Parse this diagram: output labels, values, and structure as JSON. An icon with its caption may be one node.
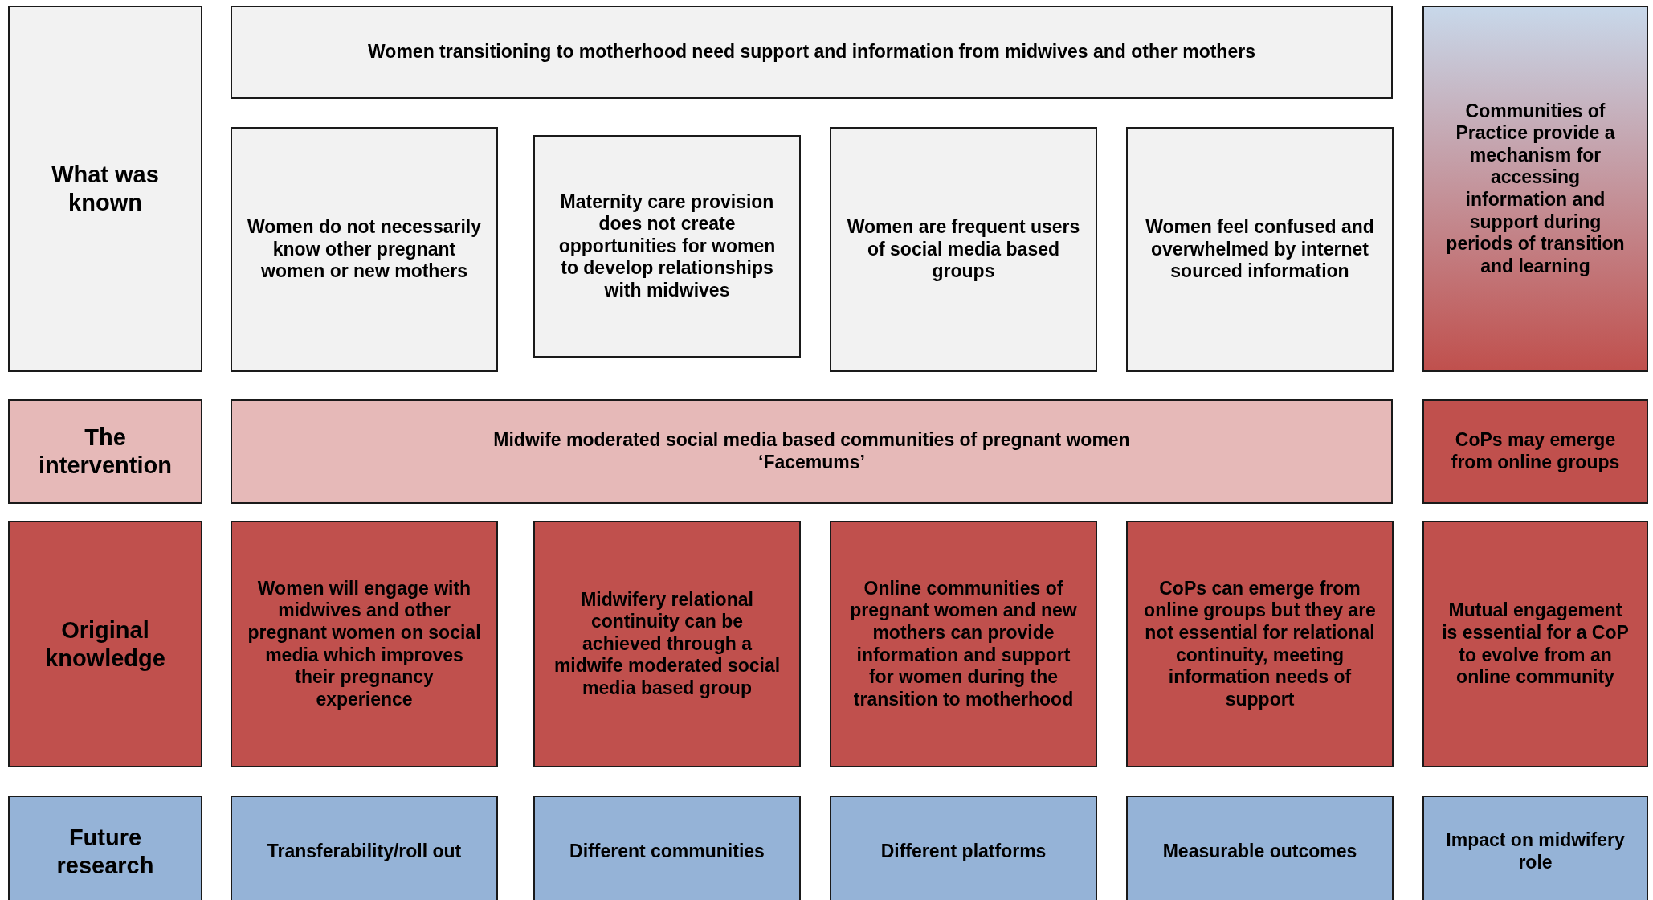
{
  "diagram": {
    "nodes": [
      {
        "text": [
          "What was known"
        ]
      },
      {
        "text": [
          "Women transitioning to motherhood need support and information from midwives and other mothers"
        ]
      },
      {
        "text": [
          "Communities of Practice provide a mechanism for accessing information and support during periods of transition and learning"
        ]
      },
      {
        "text": [
          "Women do not necessarily know other pregnant women or new mothers"
        ]
      },
      {
        "text": [
          "Maternity care provision does not create opportunities for women to develop relationships with midwives"
        ]
      },
      {
        "text": [
          "Women are frequent users of social media based groups"
        ]
      },
      {
        "text": [
          "Women feel confused and overwhelmed by internet sourced information"
        ]
      },
      {
        "text": [
          "The intervention"
        ]
      },
      {
        "text": [
          "Midwife moderated social media based communities of pregnant women",
          "‘Facemums’"
        ]
      },
      {
        "text": [
          "CoPs may emerge from online groups"
        ]
      },
      {
        "text": [
          "Original knowledge"
        ]
      },
      {
        "text": [
          "Women will engage with midwives and other pregnant women on social media which improves their pregnancy experience"
        ]
      },
      {
        "text": [
          "Midwifery relational continuity can be achieved through a midwife moderated social media based group"
        ]
      },
      {
        "text": [
          "Online communities of pregnant women and new mothers can provide information and support for women during the transition to motherhood"
        ]
      },
      {
        "text": [
          "CoPs can emerge from online groups but they are not essential for relational continuity, meeting information needs of support"
        ]
      },
      {
        "text": [
          "Mutual engagement is essential for a CoP to evolve from an online community"
        ]
      },
      {
        "text": [
          "Future research"
        ]
      },
      {
        "text": [
          "Transferability/roll out"
        ]
      },
      {
        "text": [
          "Different communities"
        ]
      },
      {
        "text": [
          "Different platforms"
        ]
      },
      {
        "text": [
          "Measurable outcomes"
        ]
      },
      {
        "text": [
          "Impact on midwifery role"
        ]
      }
    ]
  }
}
